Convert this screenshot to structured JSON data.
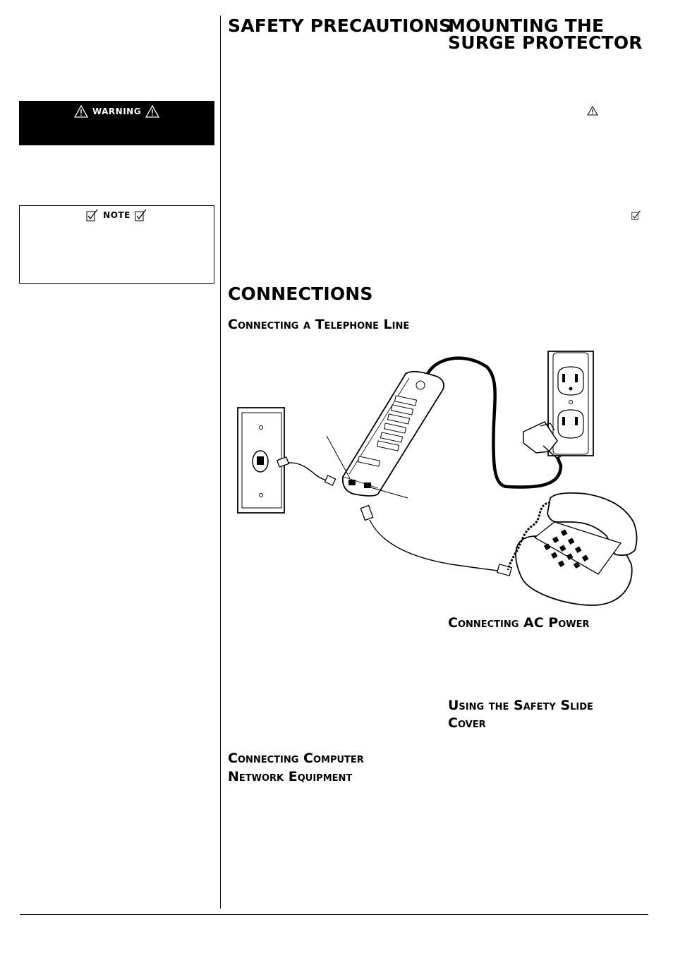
{
  "left_column": {
    "warning_label": "WARNING",
    "note_label": "NOTE"
  },
  "headings": {
    "safety": "SAFETY PRECAUTIONS",
    "mounting_line1": "MOUNTING THE",
    "mounting_line2": "SURGE PROTECTOR",
    "connections": "CONNECTIONS",
    "telephone": "Connecting a Telephone Line",
    "ac_power": "Connecting AC Power",
    "slide_cover_line1": "Using the Safety Slide",
    "slide_cover_line2": "Cover",
    "network_line1": "Connecting Computer",
    "network_line2": "Network Equipment"
  },
  "icons": {
    "warning": "warning-triangle-icon",
    "note": "note-check-icon"
  }
}
